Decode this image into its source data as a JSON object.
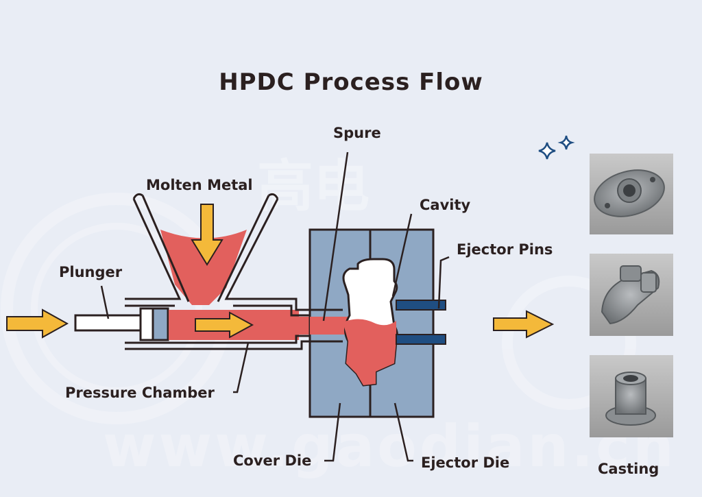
{
  "title": "HPDC Process Flow",
  "labels": {
    "spure": "Spure",
    "molten_metal": "Molten Metal",
    "cavity": "Cavity",
    "ejector_pins": "Ejector Pins",
    "plunger": "Plunger",
    "pressure_chamber": "Pressure Chamber",
    "cover_die": "Cover Die",
    "ejector_die": "Ejector Die",
    "casting": "Casting"
  },
  "watermark": {
    "text": "www.gaodian.cn",
    "brand": "高电"
  },
  "colors": {
    "background": "#e9edf5",
    "molten": "#e2605d",
    "die": "#8fa8c4",
    "pins": "#1f4e82",
    "arrow": "#f4b93a",
    "text": "#2b2020"
  },
  "icons": [
    "right-arrow-icon",
    "down-arrow-icon",
    "sparkle-icon"
  ]
}
